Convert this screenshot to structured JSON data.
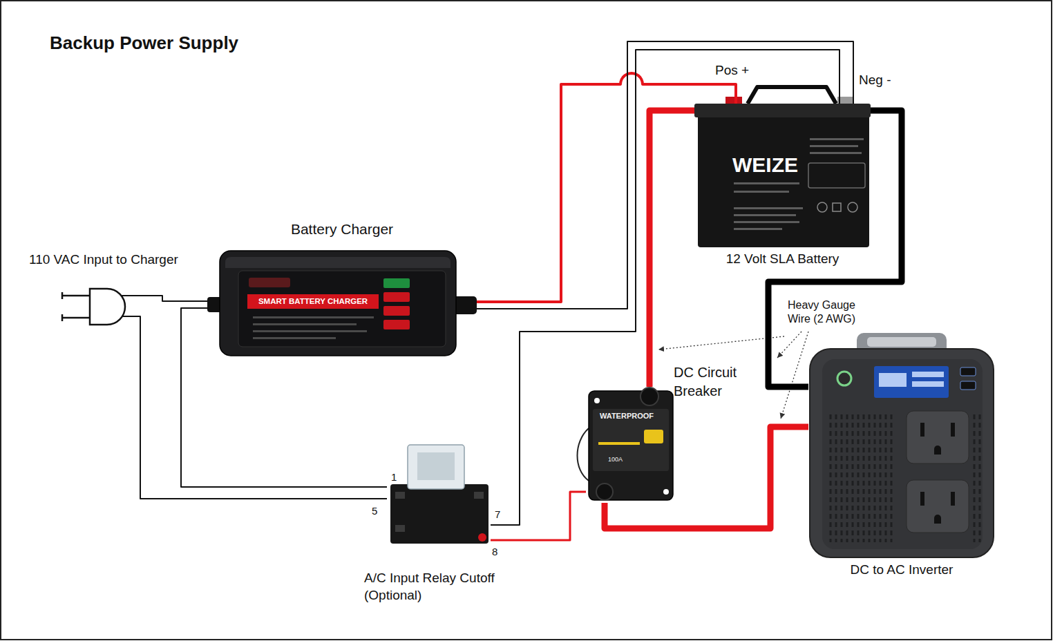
{
  "diagram": {
    "title": "Backup Power Supply",
    "nodes": [
      {
        "text": [
          "110 VAC Input to Charger"
        ]
      },
      {
        "text": [
          "Battery Charger"
        ]
      },
      {
        "text": [
          "12 Volt SLA Battery"
        ]
      },
      {
        "text": [
          "DC Circuit Breaker"
        ]
      },
      {
        "text": [
          "A/C Input Relay Cutoff (Optional)"
        ]
      },
      {
        "text": [
          "DC to AC Inverter"
        ]
      }
    ],
    "edges": [
      {
        "from": 0,
        "to": 1,
        "arrow": "none"
      },
      {
        "from": 0,
        "to": 4,
        "arrow": "none"
      },
      {
        "from": 1,
        "to": 4,
        "arrow": "none"
      },
      {
        "from": 1,
        "to": 2,
        "arrow": "none"
      },
      {
        "from": 1,
        "to": 2,
        "arrow": "none"
      },
      {
        "from": 4,
        "to": 2,
        "arrow": "none"
      },
      {
        "from": 4,
        "to": 3,
        "arrow": "none"
      },
      {
        "from": 2,
        "to": 3,
        "arrow": "none"
      },
      {
        "from": 3,
        "to": 5,
        "arrow": "none"
      },
      {
        "from": 2,
        "to": 5,
        "arrow": "none"
      }
    ],
    "labels": [
      "Pos +",
      "Neg -",
      "Heavy Gauge Wire (2 AWG)",
      "1",
      "5",
      "7",
      "8",
      "SMART BATTERY CHARGER",
      "WEIZE",
      "WATERPROOF",
      "100A"
    ]
  }
}
